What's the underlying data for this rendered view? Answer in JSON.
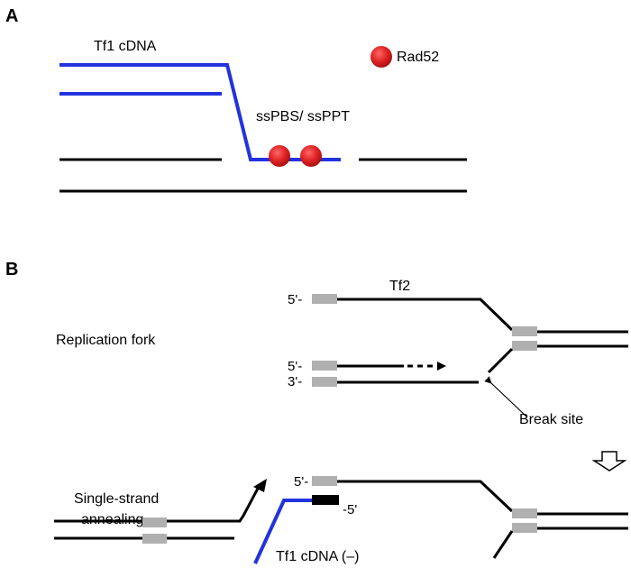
{
  "panel_a": {
    "label": "A",
    "tf1_cdna": "Tf1 cDNA",
    "rad52": "Rad52",
    "ss_label": "ssPBS/ ssPPT"
  },
  "panel_b": {
    "label": "B",
    "replication_fork": "Replication fork",
    "tf2": "Tf2",
    "five_prime_1": "5'-",
    "five_prime_2": "5'-",
    "three_prime": "3'-",
    "break_site": "Break site",
    "single_strand_line1": "Single-strand",
    "single_strand_line2": "annealing",
    "five_prime_3": "5'-",
    "minus_five_prime": "-5'",
    "tf1_cdna_minus": "Tf1 cDNA (–)"
  },
  "colors": {
    "cdna_blue": "#2233dd",
    "rad52_red": "#dd2222",
    "ltr_gray": "#b0b0b0",
    "dna_black": "#000000"
  }
}
